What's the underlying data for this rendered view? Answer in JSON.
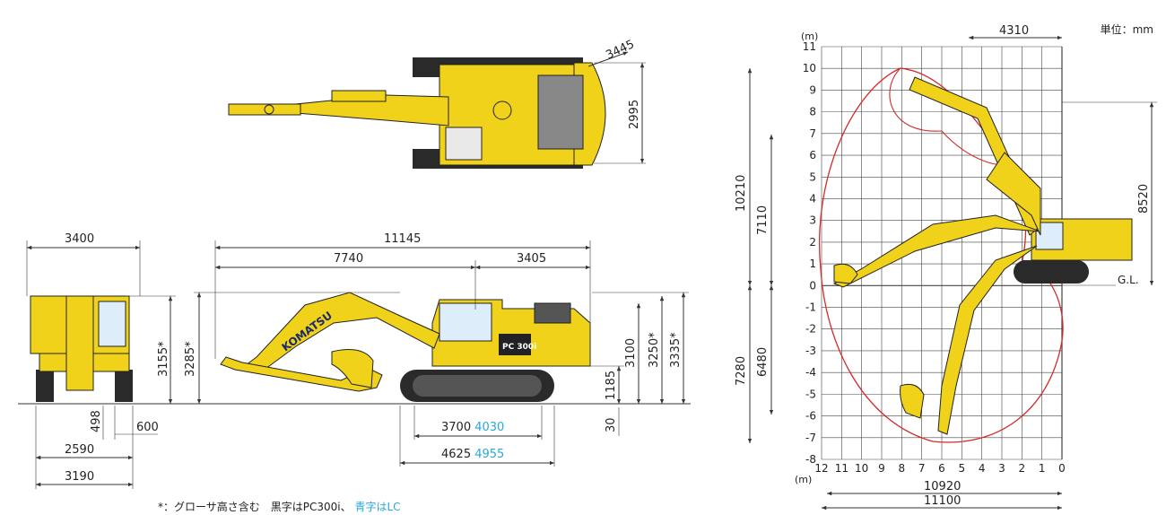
{
  "unit_label": "単位：mm",
  "colors": {
    "machine": "#f0d21a",
    "dim_line": "#333333",
    "lc_value": "#2aa7d9",
    "reach_curve": "#d42a2a",
    "grid": "#444444"
  },
  "top_view": {
    "dim_3445": "3445",
    "dim_2995": "2995"
  },
  "front_view": {
    "width_3400": "3400",
    "height_3155": "3155*",
    "track_498": "498",
    "shoe_600": "600",
    "gauge_2590": "2590",
    "width_3190": "3190"
  },
  "side_view": {
    "overall_length": "11145",
    "len_7740": "7740",
    "len_3405": "3405",
    "height_3285": "3285*",
    "height_3100": "3100",
    "height_3250": "3250*",
    "height_3335": "3335*",
    "clearance_1185": "1185",
    "ground_30": "30",
    "tumbler_pc": "3700",
    "tumbler_lc": "4030",
    "track_len_pc": "4625",
    "track_len_lc": "4955",
    "brand": "KOMATSU",
    "model": "PC 300i"
  },
  "working_range": {
    "unit_m": "(m)",
    "y_labels": [
      "11",
      "10",
      "9",
      "8",
      "7",
      "6",
      "5",
      "4",
      "3",
      "2",
      "1",
      "0",
      "-1",
      "-2",
      "-3",
      "-4",
      "-5",
      "-6",
      "-7",
      "-8"
    ],
    "x_labels": [
      "12",
      "11",
      "10",
      "9",
      "8",
      "7",
      "6",
      "5",
      "4",
      "3",
      "2",
      "1",
      "0"
    ],
    "dim_4310": "4310",
    "dim_10210": "10210",
    "dim_7110": "7110",
    "dim_8520": "8520",
    "dim_7280": "7280",
    "dim_6480": "6480",
    "dim_10920": "10920",
    "dim_11100": "11100",
    "ground_label": "G.L."
  },
  "footnote": {
    "main": "*：グローサ高さ含む　黒字はPC300i、 ",
    "lc": "青字はLC"
  }
}
